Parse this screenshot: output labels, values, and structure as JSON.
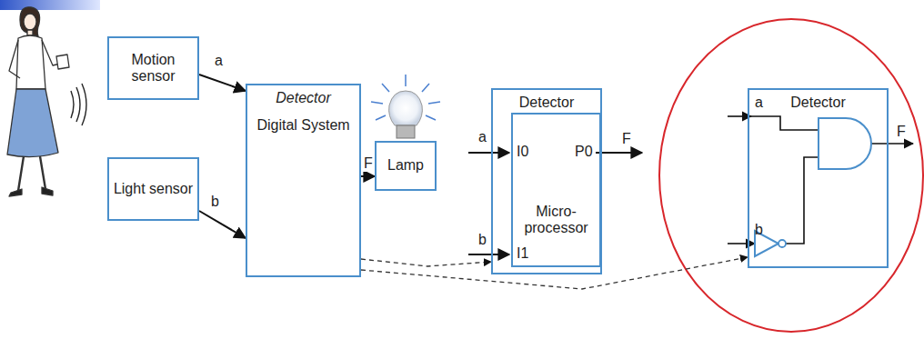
{
  "diagram": {
    "nodes": [
      {
        "text": [
          "Motion sensor"
        ]
      },
      {
        "text": [
          "Light sensor"
        ]
      },
      {
        "text": [
          "Detector",
          "Digital System"
        ]
      },
      {
        "text": [
          "Lamp"
        ]
      },
      {
        "text": [
          "Detector"
        ]
      },
      {
        "text": [
          "Micro-processor"
        ],
        "in": 4
      },
      {
        "text": [
          "Detector"
        ]
      }
    ],
    "edges": [
      {
        "from": 0,
        "to": 2,
        "label": "a",
        "arrow": "to"
      },
      {
        "from": 1,
        "to": 2,
        "label": "b",
        "arrow": "to"
      },
      {
        "from": 2,
        "to": 3,
        "label": "F",
        "arrow": "to"
      },
      {
        "from": 2,
        "to": 4,
        "arrow": "to"
      },
      {
        "from": 2,
        "to": 6,
        "arrow": "to"
      }
    ],
    "labels": [
      "a",
      "I0",
      "P0",
      "F",
      "b",
      "I1",
      "a",
      "b",
      "F"
    ]
  }
}
